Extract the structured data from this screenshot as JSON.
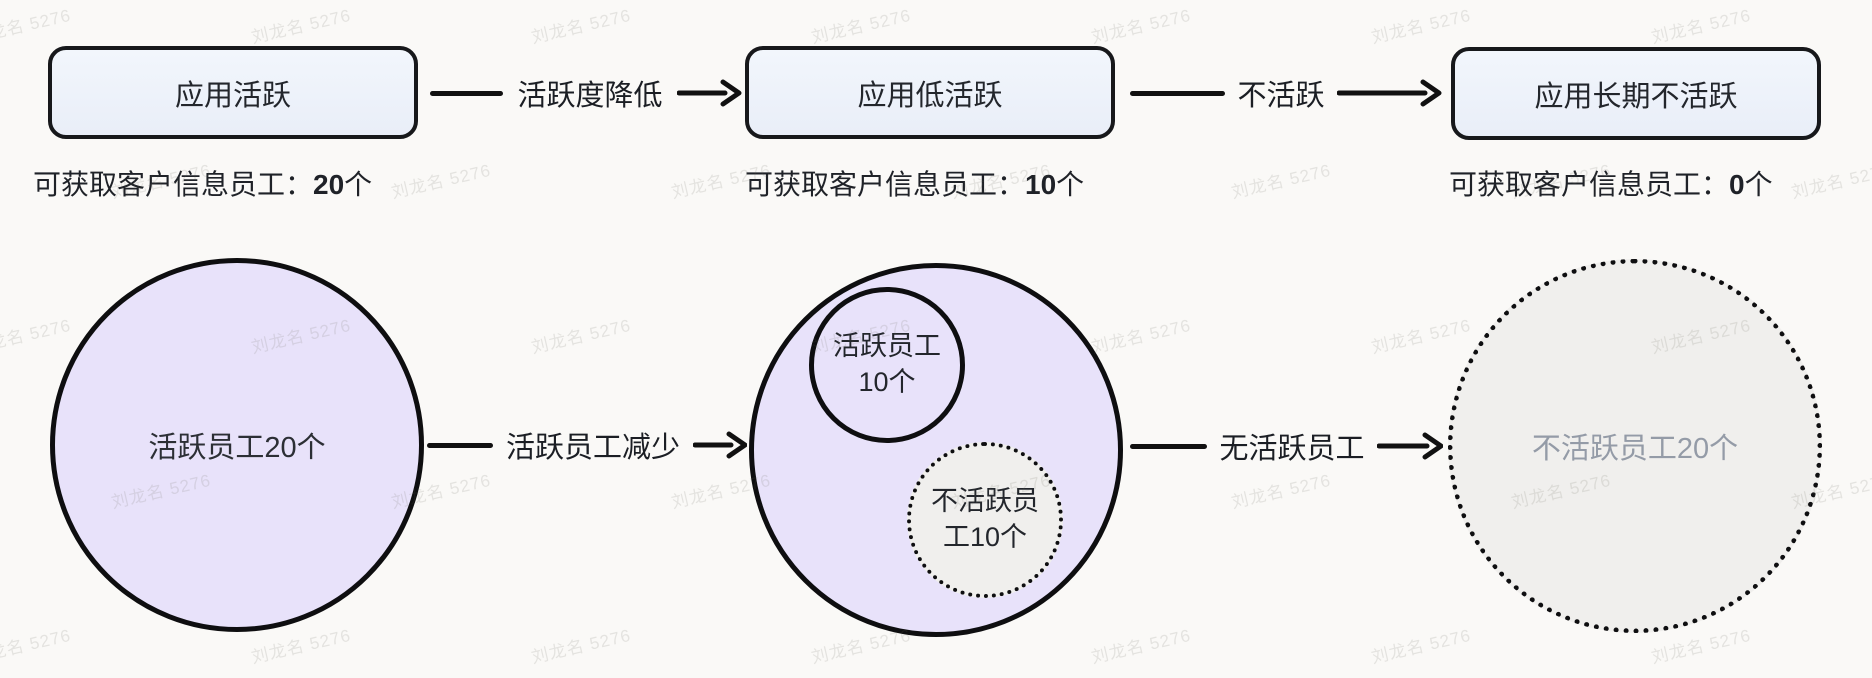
{
  "watermark": {
    "text": "刘龙名 5276"
  },
  "flow": {
    "stages": [
      {
        "box_label": "应用活跃",
        "info_prefix": "可获取客户信息员工：",
        "info_number": "20",
        "info_suffix": "个"
      },
      {
        "box_label": "应用低活跃",
        "info_prefix": "可获取客户信息员工：",
        "info_number": "10",
        "info_suffix": "个"
      },
      {
        "box_label": "应用长期不活跃",
        "info_prefix": "可获取客户信息员工：",
        "info_number": "0",
        "info_suffix": "个"
      }
    ],
    "stage_connectors": [
      {
        "label": "活跃度降低"
      },
      {
        "label": "不活跃"
      }
    ]
  },
  "circles": {
    "left": {
      "label": "活跃员工20个"
    },
    "middle": {
      "inner_active_label": "活跃员工10个",
      "inner_inactive_label": "不活跃员工10个"
    },
    "right": {
      "label": "不活跃员工20个"
    },
    "connectors": [
      {
        "label": "活跃员工减少"
      },
      {
        "label": "无活跃员工"
      }
    ]
  },
  "colors": {
    "background": "#FAF9F7",
    "box_fill": "#E9EEF8",
    "box_border": "#17181B",
    "active_circle_fill": "#E8E2FA",
    "inactive_circle_fill": "#F0EFED",
    "inactive_text": "#949BA7",
    "line": "#111111"
  }
}
